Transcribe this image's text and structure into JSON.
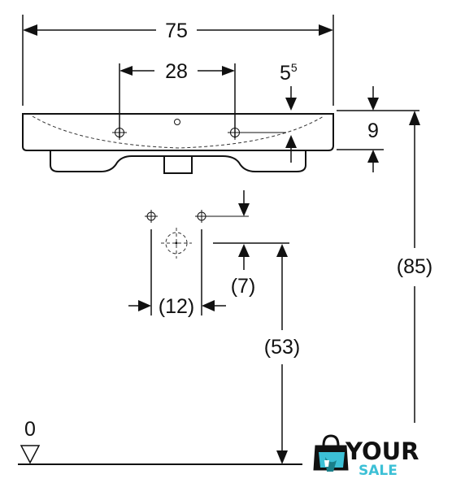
{
  "dimensions": {
    "overall_width": "75",
    "tap_spacing": "28",
    "rim_offset": "5",
    "rim_offset_sup": "5",
    "rim_height": "9",
    "total_height": "(85)",
    "drain_offset": "(7)",
    "drain_spacing": "(12)",
    "drain_height": "(53)"
  },
  "floor": {
    "level_label": "0"
  },
  "watermark": {
    "word_top": "YOUR",
    "word_bottom": "SALE",
    "colors": {
      "primary": "#1a7f8a",
      "accent": "#3cc0d6",
      "dark": "#111111"
    }
  }
}
